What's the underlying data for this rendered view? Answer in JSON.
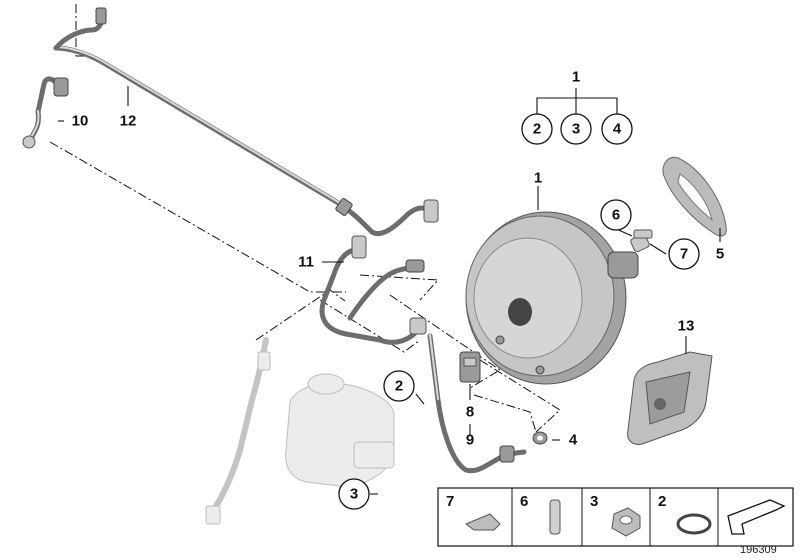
{
  "callouts": {
    "top_1": "1",
    "top_2": "2",
    "top_3": "3",
    "top_4": "4",
    "booster_1": "1",
    "c5": "5",
    "c6": "6",
    "c7": "7",
    "c8": "8",
    "c9": "9",
    "c10": "10",
    "c11": "11",
    "c12": "12",
    "c13": "13",
    "c2": "2",
    "c3": "3",
    "c4": "4"
  },
  "legend": {
    "cell_7": "7",
    "cell_6": "6",
    "cell_3": "3",
    "cell_2": "2"
  },
  "doc_number": "196309"
}
